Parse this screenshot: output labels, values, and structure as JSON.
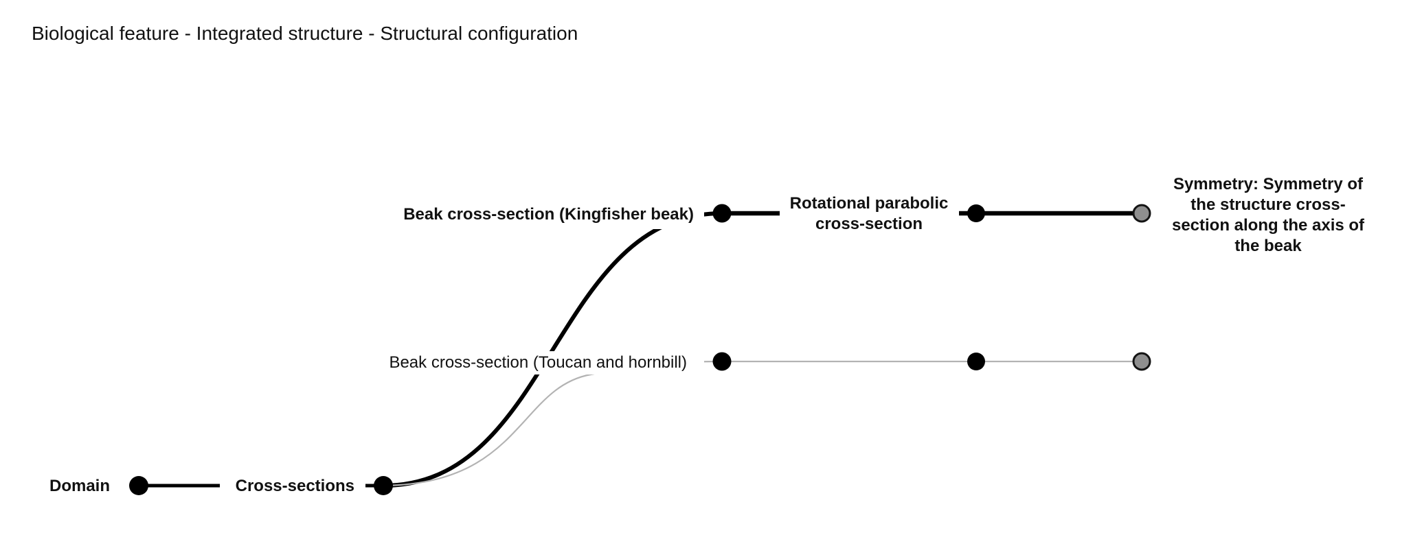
{
  "title": "Biological feature - Integrated structure - Structural configuration",
  "tree": {
    "root": {
      "label": "Domain"
    },
    "level1": {
      "label": "Cross-sections"
    },
    "branches": [
      {
        "label": "Beak cross-section (Kingfisher beak)",
        "emphasis": "bold",
        "mid_label_lines": [
          "Rotational parabolic",
          "cross-section"
        ],
        "leaf_label_lines": [
          "Symmetry: Symmetry of",
          "the structure cross-",
          "section along the axis of",
          "the beak"
        ]
      },
      {
        "label": "Beak cross-section (Toucan and hornbill)",
        "emphasis": "normal",
        "mid_label_lines": [],
        "leaf_label_lines": []
      }
    ]
  },
  "colors": {
    "background": "#ffffff",
    "text": "#111111",
    "edge_primary": "#000000",
    "edge_secondary": "#b3b3b3",
    "node_fill": "#000000",
    "leaf_node_fill": "#8f8f8f"
  }
}
